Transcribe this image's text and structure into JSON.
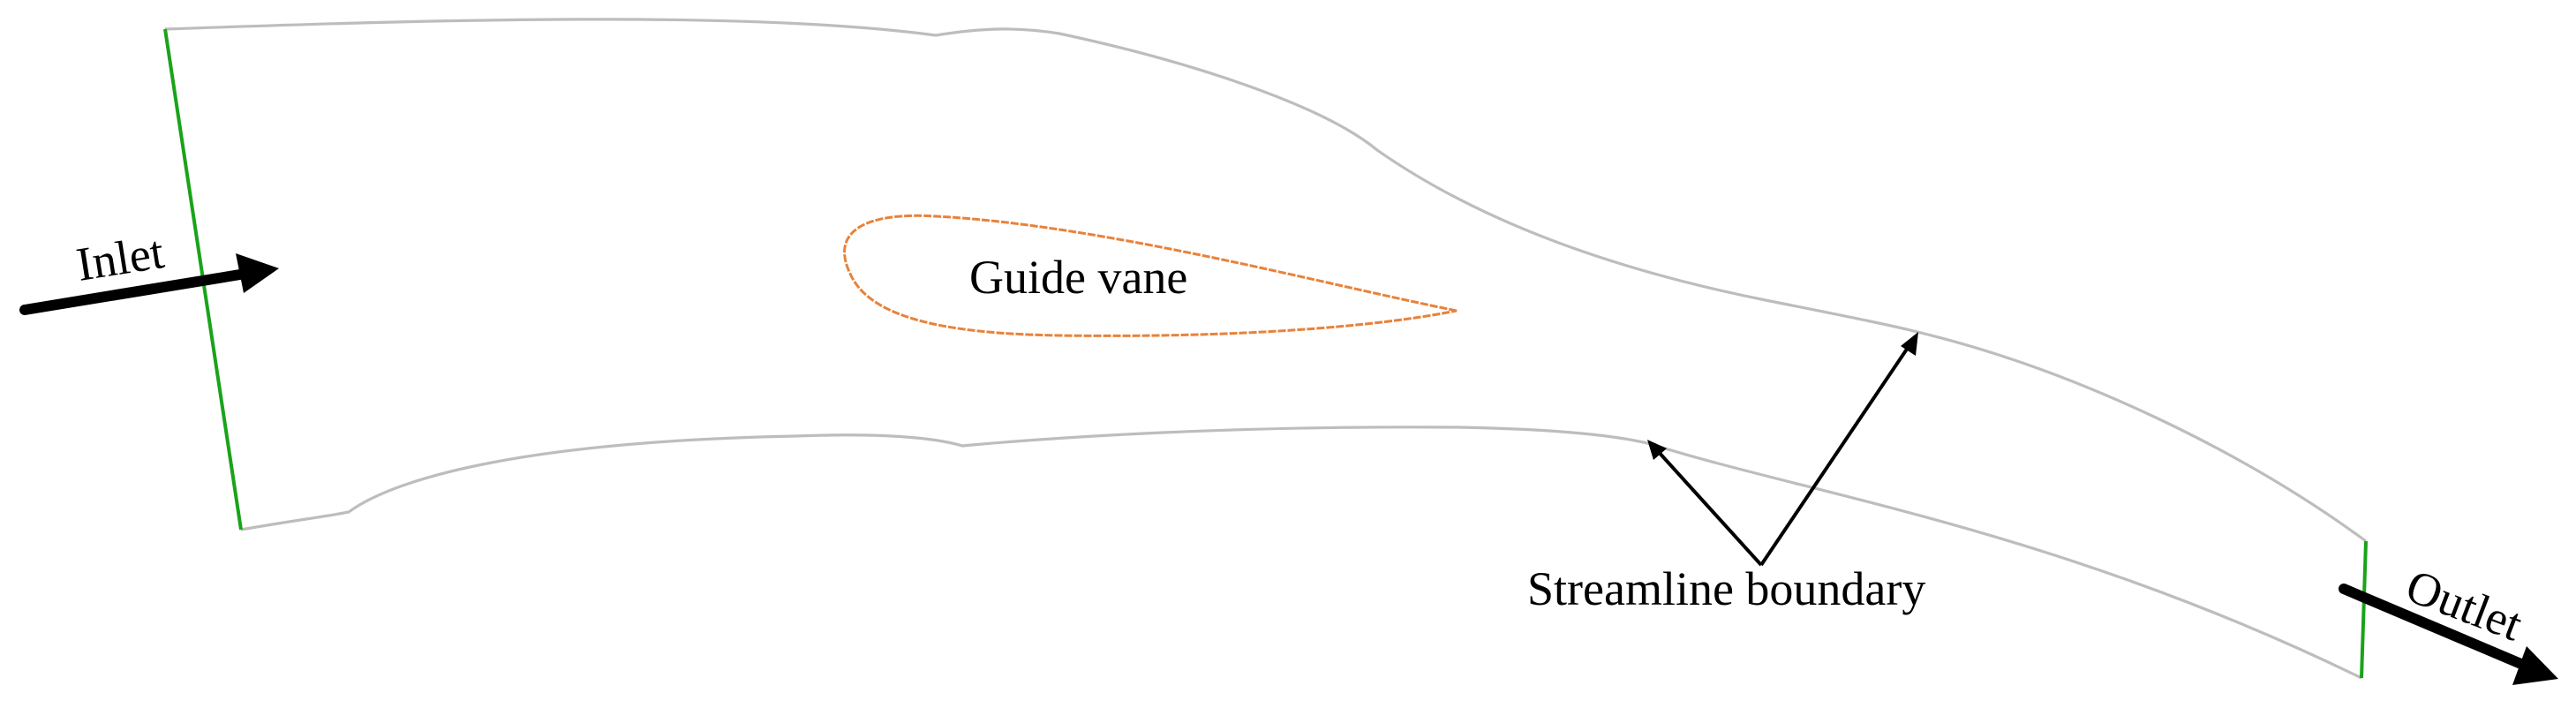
{
  "colors": {
    "boundary": "#bdbdbd",
    "inlet_outlet": "#1aa31a",
    "vane": "#e8823a",
    "arrow": "#000000",
    "text": "#000000",
    "background": "#ffffff"
  },
  "labels": {
    "inlet": "Inlet",
    "outlet": "Outlet",
    "guide_vane": "Guide vane",
    "streamline_boundary": "Streamline boundary"
  }
}
